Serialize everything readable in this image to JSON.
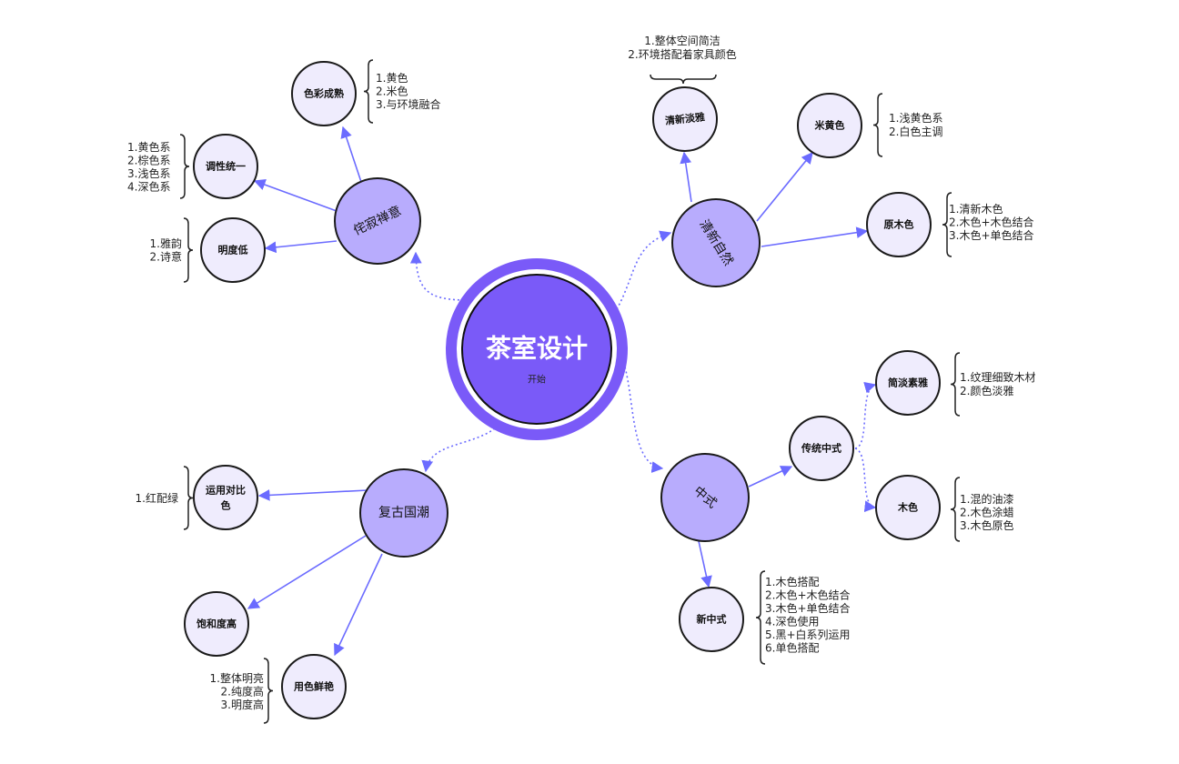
{
  "center": {
    "title": "茶室设计",
    "sub": "开始"
  },
  "colors": {
    "center": "#7a5af8",
    "main": "#b8acfd",
    "leaf": "#efecfd",
    "link": "#6b6bff"
  },
  "branches": {
    "wabi": {
      "label": "侘寂禅意",
      "color_mature": {
        "label": "色彩成熟",
        "items": [
          "1.黄色",
          "2.米色",
          "3.与环境融合"
        ]
      },
      "tone_unified": {
        "label": "调性统一",
        "items": [
          "1.黄色系",
          "2.棕色系",
          "3.浅色系",
          "4.深色系"
        ]
      },
      "low_brightness": {
        "label": "明度低",
        "items": [
          "1.雅韵",
          "2.诗意"
        ]
      }
    },
    "fresh": {
      "label": "清新自然",
      "elegant": {
        "label": "清新淡雅",
        "items": [
          "1.整体空间简洁",
          "2.环境搭配着家具颜色"
        ]
      },
      "beige": {
        "label": "米黄色",
        "items": [
          "1.浅黄色系",
          "2.白色主调"
        ]
      },
      "log": {
        "label": "原木色",
        "items": [
          "1.清新木色",
          "2.木色+木色结合",
          "3.木色+单色结合"
        ]
      }
    },
    "chinese": {
      "label": "中式",
      "traditional": {
        "label": "传统中式"
      },
      "simple": {
        "label": "简淡素雅",
        "items": [
          "1.纹理细致木材",
          "2.颜色淡雅"
        ]
      },
      "wood": {
        "label": "木色",
        "items": [
          "1.混的油漆",
          "2.木色涂蜡",
          "3.木色原色"
        ]
      },
      "new": {
        "label": "新中式",
        "items": [
          "1.木色搭配",
          "2.木色+木色结合",
          "3.木色+单色结合",
          "4.深色使用",
          "5.黑+白系列运用",
          "6.单色搭配"
        ]
      }
    },
    "retro": {
      "label": "复古国潮",
      "contrast": {
        "label1": "运用对比",
        "label2": "色",
        "items": [
          "1.红配绿"
        ]
      },
      "saturation": {
        "label": "饱和度高"
      },
      "vivid": {
        "label": "用色鲜艳",
        "items": [
          "1.整体明亮",
          "2.纯度高",
          "3.明度高"
        ]
      }
    }
  }
}
